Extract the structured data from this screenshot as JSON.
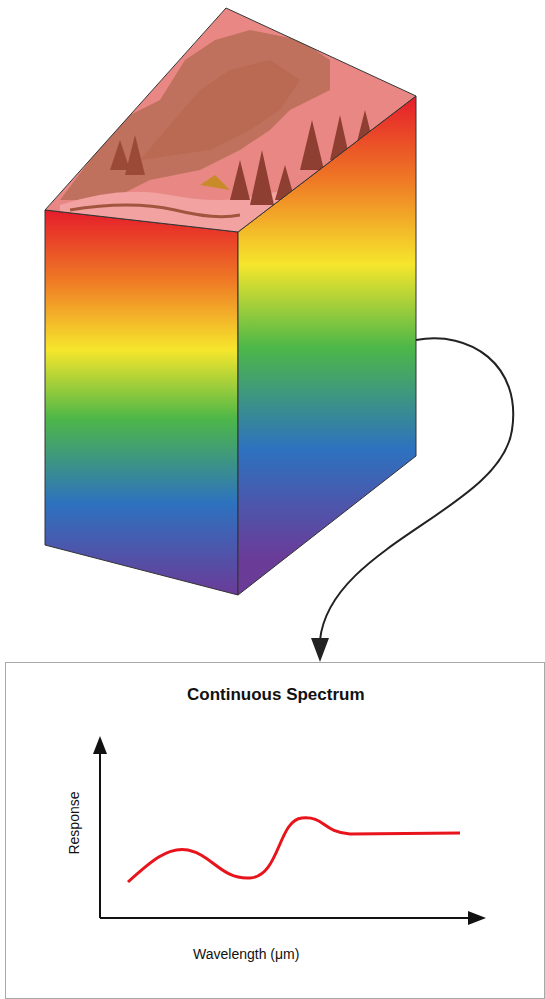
{
  "diagram": {
    "nodes": [
      {
        "text": [
          "Continuous Spectrum"
        ]
      }
    ],
    "labels": [
      "Response",
      "Wavelength (μm)"
    ]
  }
}
